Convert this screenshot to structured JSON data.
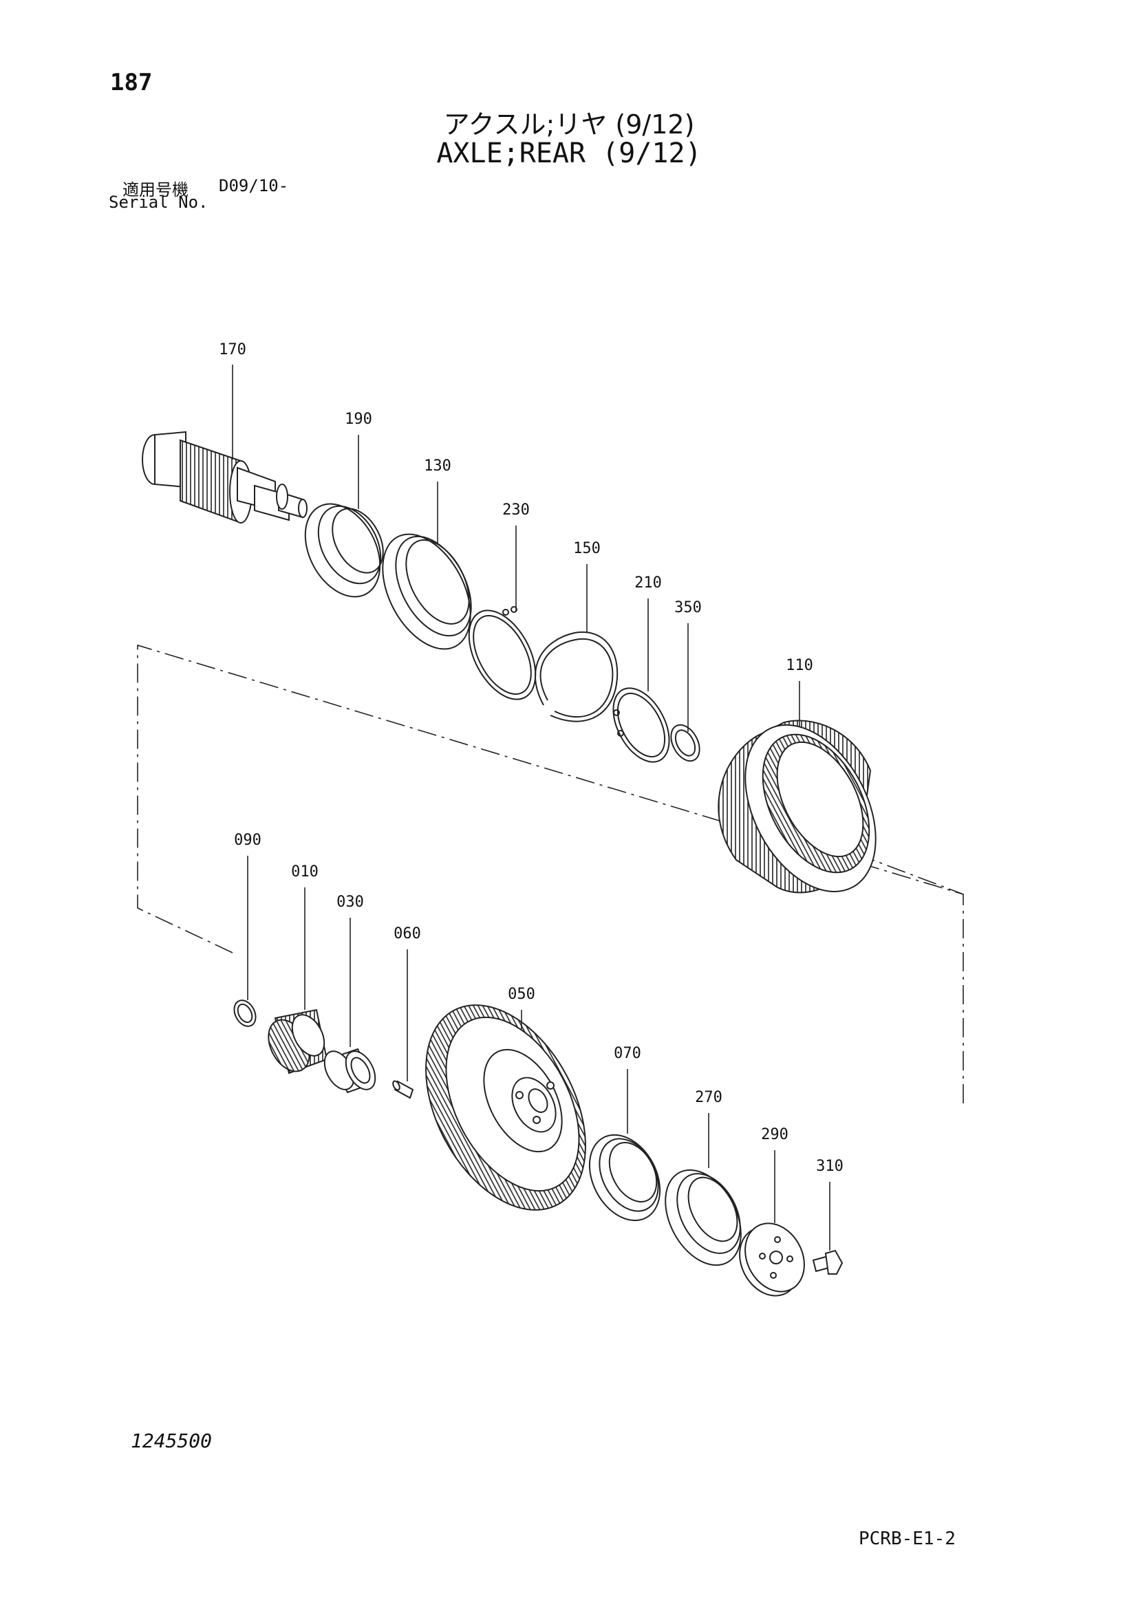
{
  "header": {
    "page_number": "187",
    "title_jp": "アクスル;リヤ (9/12)",
    "title_en": "AXLE;REAR (9/12)",
    "serial_label_jp": "適用号機",
    "serial_value": "D09/10-",
    "serial_label_en": "Serial No."
  },
  "callouts": [
    {
      "part": "170"
    },
    {
      "part": "190"
    },
    {
      "part": "130"
    },
    {
      "part": "230"
    },
    {
      "part": "150"
    },
    {
      "part": "210"
    },
    {
      "part": "350"
    },
    {
      "part": "110"
    },
    {
      "part": "090"
    },
    {
      "part": "010"
    },
    {
      "part": "030"
    },
    {
      "part": "060"
    },
    {
      "part": "050"
    },
    {
      "part": "070"
    },
    {
      "part": "270"
    },
    {
      "part": "290"
    },
    {
      "part": "310"
    }
  ],
  "footer": {
    "drawing_number": "1245500",
    "page_code": "PCRB-E1-2"
  }
}
